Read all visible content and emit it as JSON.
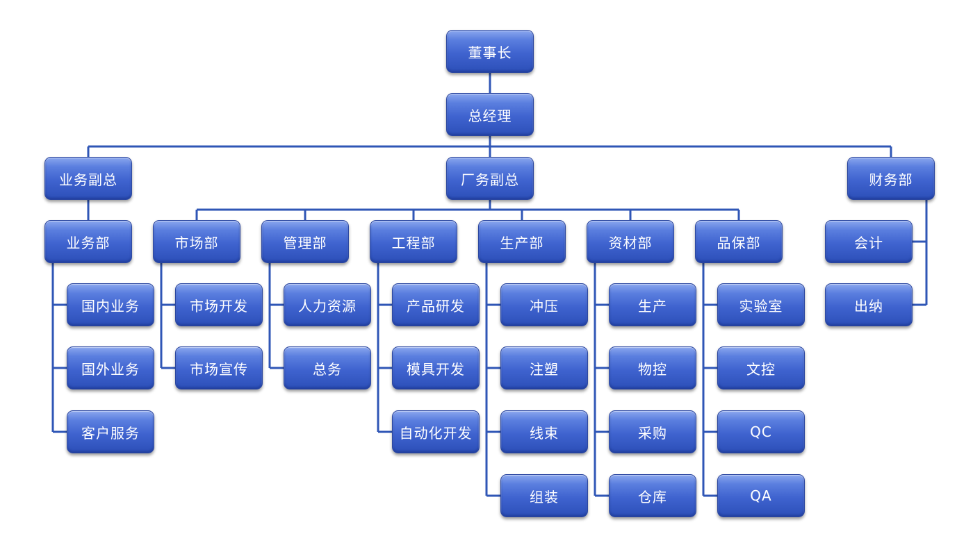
{
  "colors": {
    "connector": "#2f56b6",
    "box_top": "#8aa6ee",
    "box_bottom": "#2c4fb8",
    "text": "#ffffff"
  },
  "org": {
    "chairman": "董事长",
    "general_manager": "总经理",
    "vp_business": {
      "label": "业务副总",
      "department": "业务部",
      "subunits": [
        "国内业务",
        "国外业务",
        "客户服务"
      ]
    },
    "vp_factory": {
      "label": "厂务副总",
      "departments": [
        {
          "label": "市场部",
          "subunits": [
            "市场开发",
            "市场宣传"
          ]
        },
        {
          "label": "管理部",
          "subunits": [
            "人力资源",
            "总务"
          ]
        },
        {
          "label": "工程部",
          "subunits": [
            "产品研发",
            "模具开发",
            "自动化开发"
          ]
        },
        {
          "label": "生产部",
          "subunits": [
            "冲压",
            "注塑",
            "线束",
            "组装"
          ]
        },
        {
          "label": "资材部",
          "subunits": [
            "生产",
            "物控",
            "采购",
            "仓库"
          ]
        },
        {
          "label": "品保部",
          "subunits": [
            "实验室",
            "文控",
            "QC",
            "QA"
          ]
        }
      ]
    },
    "finance": {
      "label": "财务部",
      "subunits": [
        "会计",
        "出纳"
      ]
    }
  }
}
